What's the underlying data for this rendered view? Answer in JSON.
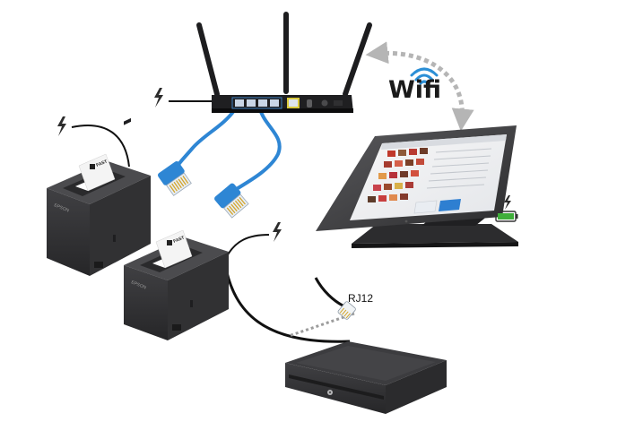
{
  "labels": {
    "wifi": "Wifi",
    "rj12": "RJ12"
  },
  "icons": {
    "power": "lightning-bolt",
    "wifi_signal": "wifi-arcs",
    "battery": "battery-charging"
  },
  "devices": {
    "router": "wireless-router",
    "tablet": "tablet-pos-stand",
    "printer_left": "receipt-printer",
    "printer_right": "receipt-printer",
    "cash_drawer": "cash-drawer",
    "cable_rj45_left": "ethernet-cable",
    "cable_rj45_right": "ethernet-cable",
    "cable_rj12": "rj12-cable"
  },
  "colors": {
    "device_body": "#3b3b3d",
    "ethernet_blue": "#2e86d4",
    "wifi_blue": "#2b8fd6",
    "battery_green": "#3fae3a",
    "cable_black": "#111111",
    "arrow_grey": "#b5b5b5"
  }
}
